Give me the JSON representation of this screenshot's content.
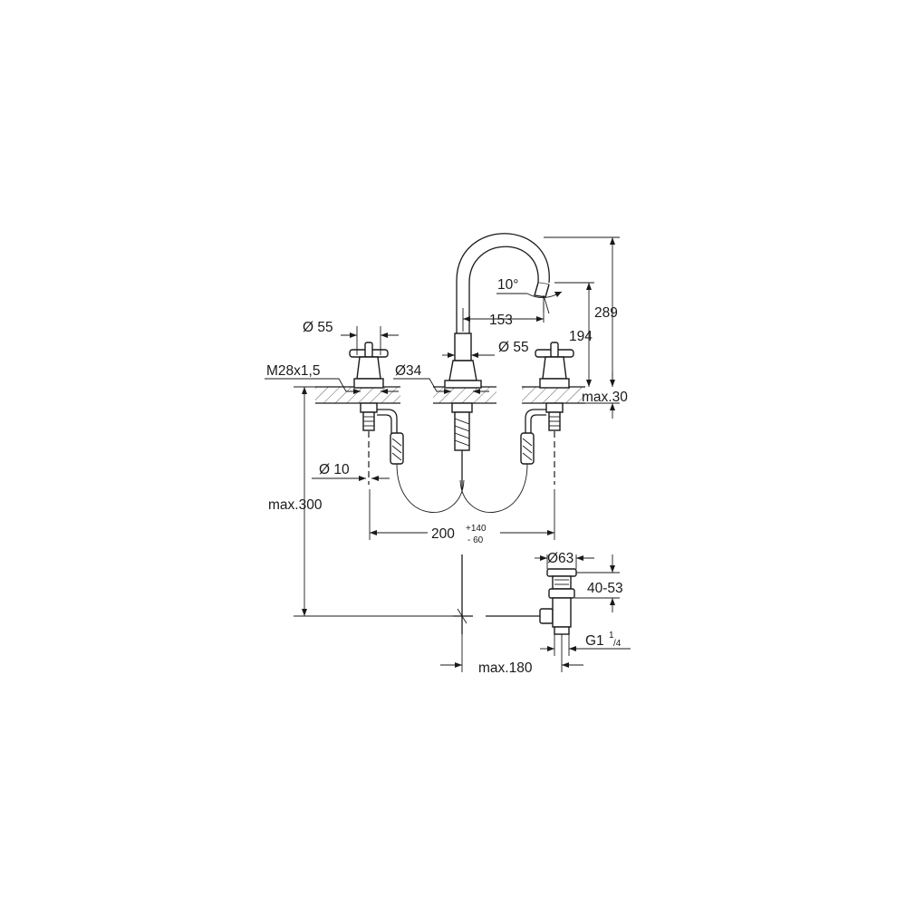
{
  "dimensions": {
    "dia_55_left": "Ø 55",
    "m28": "M28x1,5",
    "dia_34": "Ø34",
    "angle_10": "10°",
    "reach_153": "153",
    "dia_55_center": "Ø 55",
    "height_289": "289",
    "height_194": "194",
    "max_30": "max.30",
    "dia_10": "Ø 10",
    "max_300": "max.300",
    "spread_200": "200",
    "tol_plus": "+140",
    "tol_minus": "- 60",
    "dia_63": "Ø63",
    "range_40_53": "40-53",
    "thread_g1": "G1",
    "thread_frac_num": "1",
    "thread_frac_den": "/4",
    "max_180": "max.180"
  }
}
